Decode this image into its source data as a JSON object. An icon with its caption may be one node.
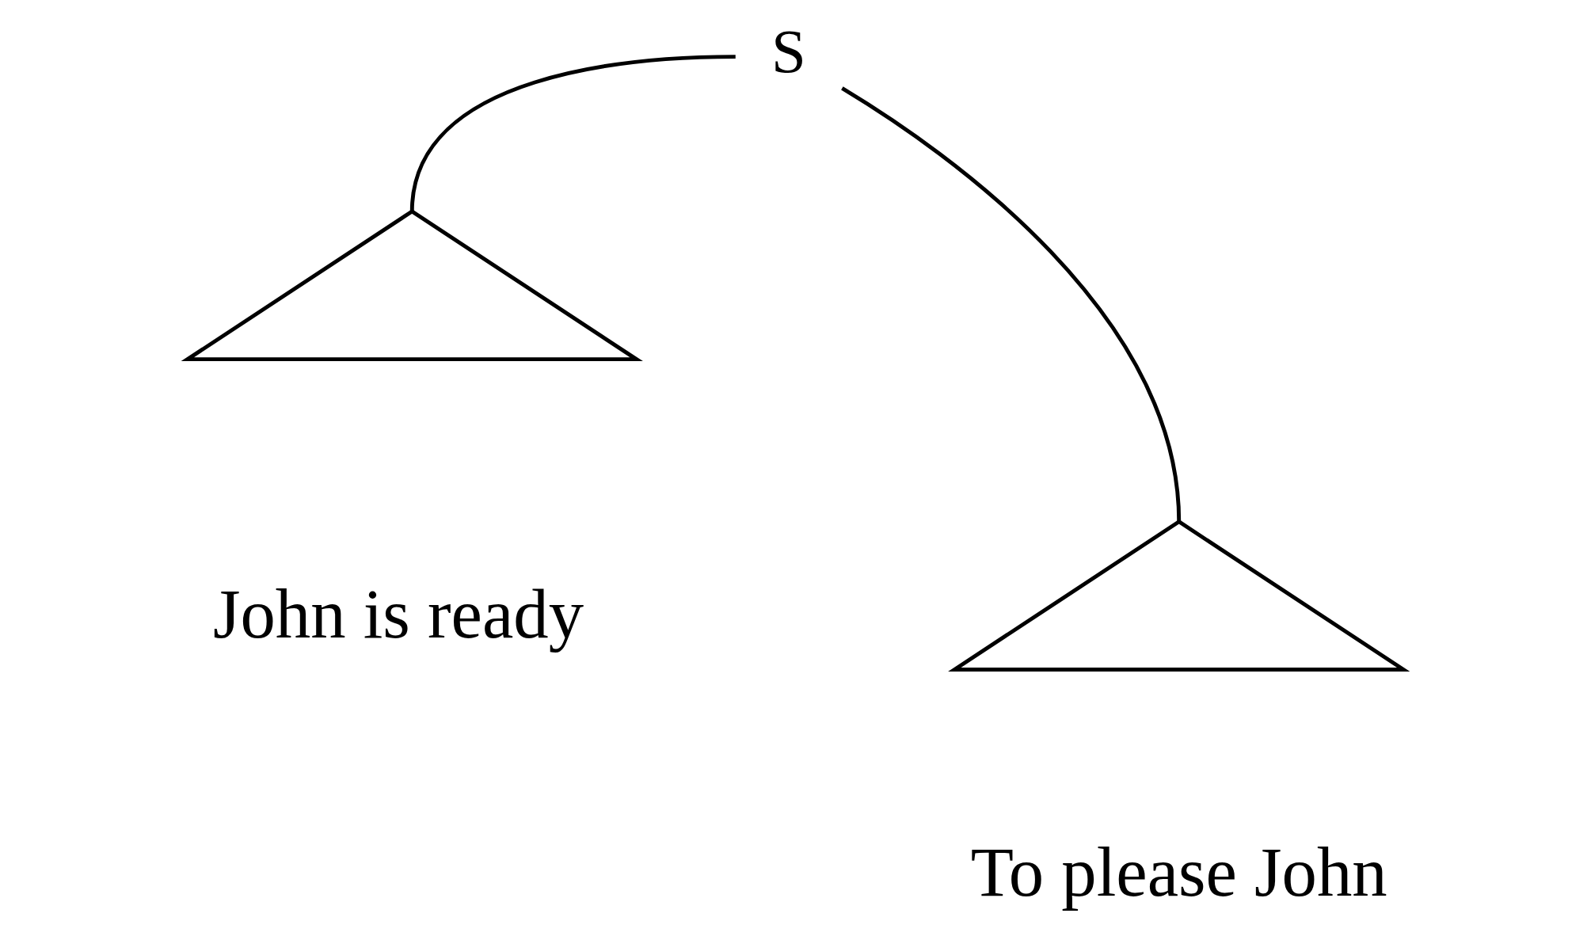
{
  "diagram": {
    "nodes": [
      {
        "text": [
          "S"
        ]
      },
      {
        "text": [],
        "shape": "triangle",
        "beside": [
          "John is ready"
        ]
      },
      {
        "text": [],
        "shape": "triangle",
        "beside": [
          "To please John"
        ]
      }
    ],
    "edges": [
      {
        "from": 0,
        "to": 1,
        "arrow": "none"
      },
      {
        "from": 0,
        "to": 2,
        "arrow": "none"
      }
    ]
  }
}
